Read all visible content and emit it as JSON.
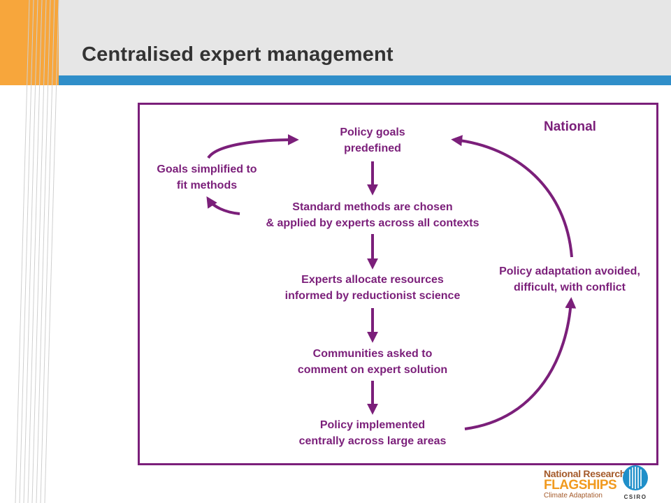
{
  "slide": {
    "title": "Centralised expert management"
  },
  "diagram": {
    "region_label": "National",
    "nodes": {
      "policy_goals": [
        "Policy goals",
        "predefined"
      ],
      "goals_simplified": [
        "Goals simplified to",
        "fit methods"
      ],
      "standard_methods": [
        "Standard methods are chosen",
        "& applied by experts across all contexts"
      ],
      "experts_allocate": [
        "Experts allocate resources",
        "informed by reductionist science"
      ],
      "communities": [
        "Communities asked to",
        "comment on expert solution"
      ],
      "policy_implemented": [
        "Policy implemented",
        "centrally across large areas"
      ],
      "policy_adaptation": [
        "Policy adaptation avoided,",
        "difficult, with conflict"
      ]
    },
    "edges": [
      {
        "from": "policy_goals",
        "to": "standard_methods"
      },
      {
        "from": "standard_methods",
        "to": "experts_allocate"
      },
      {
        "from": "experts_allocate",
        "to": "communities"
      },
      {
        "from": "communities",
        "to": "policy_implemented"
      },
      {
        "from": "policy_implemented",
        "to": "policy_adaptation"
      },
      {
        "from": "policy_adaptation",
        "to": "policy_goals"
      },
      {
        "from": "standard_methods",
        "to": "goals_simplified"
      },
      {
        "from": "goals_simplified",
        "to": "policy_goals"
      }
    ],
    "accent_color": "#7b1f7a"
  },
  "footer": {
    "logo_line1": "National Research",
    "logo_line2": "FLAGSHIPS",
    "logo_line3": "Climate Adaptation",
    "csiro_label": "CSIRO"
  },
  "theme": {
    "header_bg": "#e6e6e6",
    "stripe": "#2f8ec9",
    "orange": "#f7a63c"
  }
}
